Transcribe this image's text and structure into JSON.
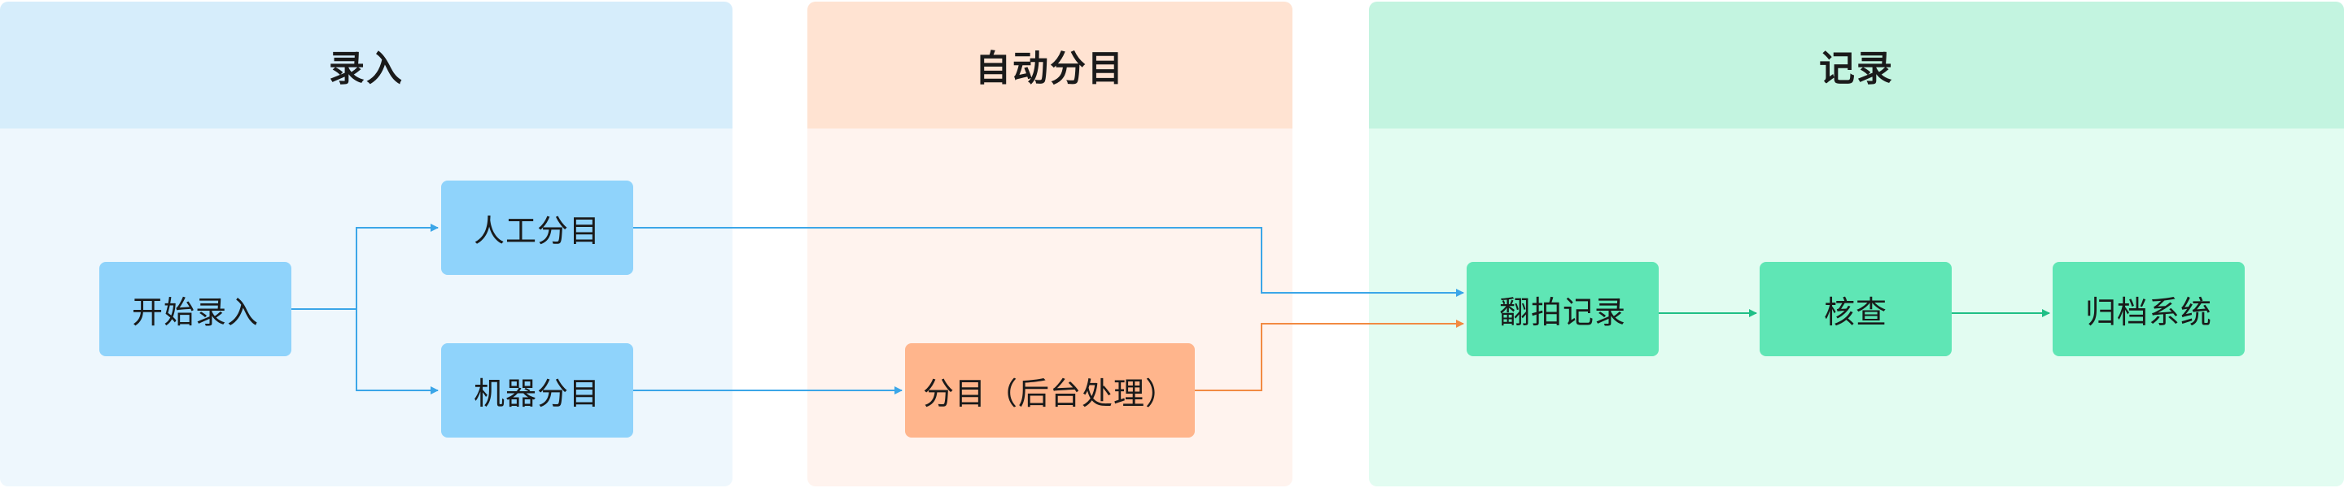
{
  "lanes": {
    "input": {
      "title": "录入"
    },
    "auto": {
      "title": "自动分目"
    },
    "record": {
      "title": "记录"
    }
  },
  "nodes": {
    "start": "开始录入",
    "manual": "人工分目",
    "machine": "机器分目",
    "backend": "分目（后台处理）",
    "photo": "翻拍记录",
    "check": "核查",
    "archive": "归档系统"
  },
  "colors": {
    "input_arrow": "#3ba6e8",
    "auto_arrow": "#f28a42",
    "record_arrow": "#1fbf86"
  }
}
